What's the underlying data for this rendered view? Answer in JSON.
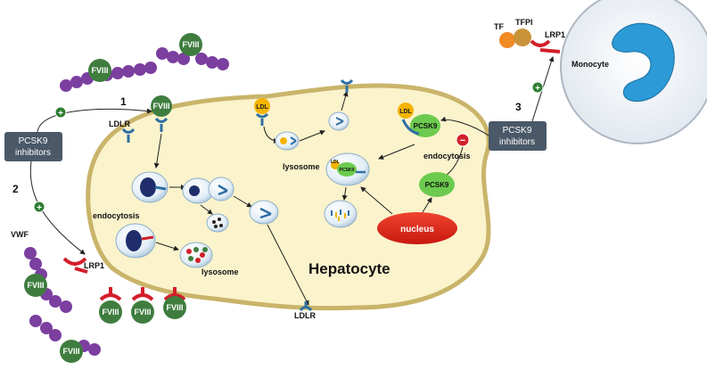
{
  "colors": {
    "cell_fill": "#fbf3cc",
    "cell_border": "#c9b46a",
    "fviii_green": "#3f7d3f",
    "vwf_purple": "#7b3fa0",
    "receptor_blue": "#2f6fa3",
    "receptor_red": "#d21f2a",
    "nucleus_red": "#e3261b",
    "pcsk9_green": "#6ccb4e",
    "box_slate": "#4a5868",
    "monocyte_blue": "#2b9ad6",
    "monocyte_bg": "#e9eef4"
  },
  "labels": {
    "hepatocyte": "Hepatocyte",
    "monocyte": "Monocyte",
    "nucleus": "nucleus",
    "pcsk9_inhibitors_1": "PCSK9",
    "pcsk9_inhibitors_2": "inhibitors",
    "endocytosis": "endocytosis",
    "lysosome": "lysosome",
    "ldlr": "LDLR",
    "ldl": "LDL",
    "lrp1": "LRP1",
    "pcsk9": "PCSK9",
    "fviii": "FVIII",
    "fvii_short": "FVIII",
    "vwf": "VWF",
    "tf": "TF",
    "tfpi": "TFPI",
    "step_1": "1",
    "step_2": "2",
    "step_3": "3",
    "plus": "+",
    "minus": "−"
  },
  "icons": {
    "plus_sign": "plus-icon",
    "minus_sign": "minus-icon",
    "ldl_receptor": "ldlr-receptor-icon",
    "lrp1_receptor": "lrp1-receptor-icon"
  }
}
